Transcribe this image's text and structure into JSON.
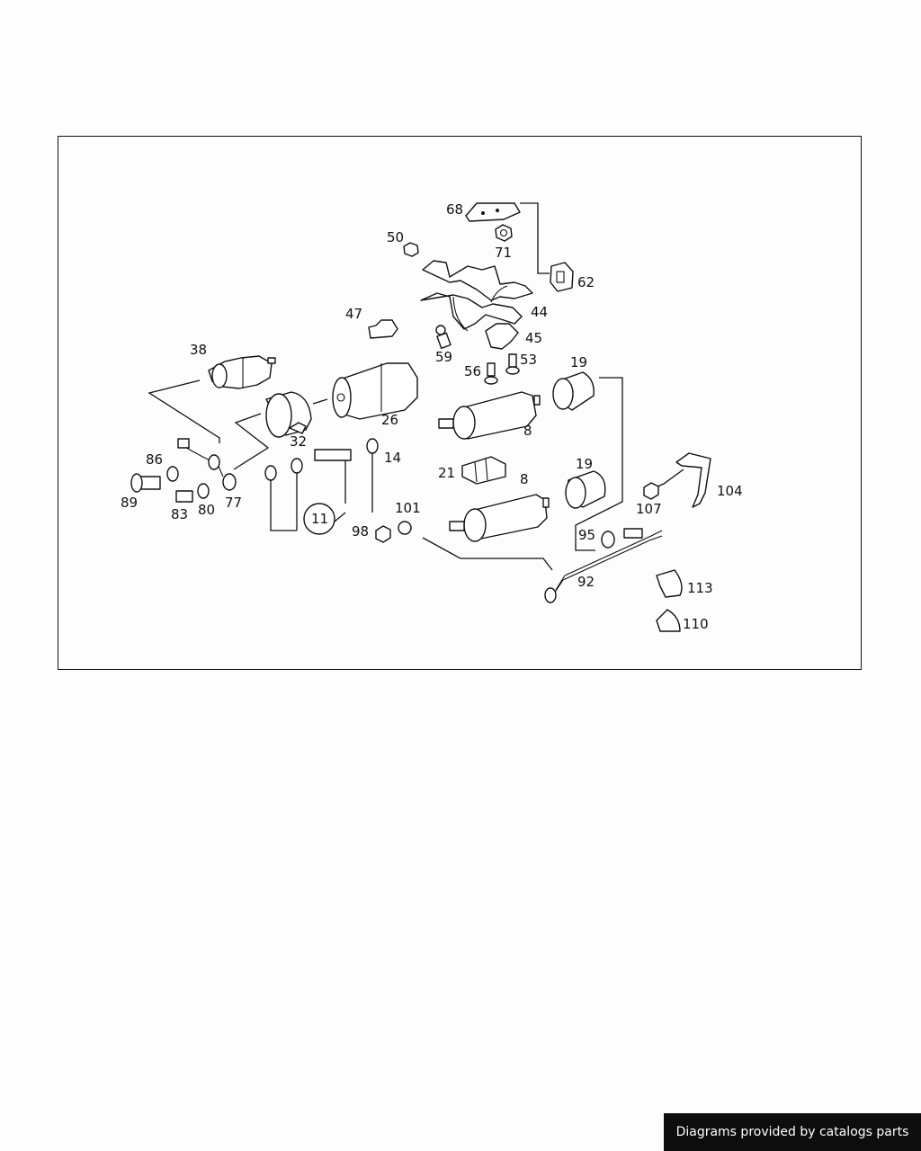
{
  "labels": {
    "p68": "68",
    "p50": "50",
    "p71": "71",
    "p62": "62",
    "p44": "44",
    "p47": "47",
    "p45": "45",
    "p59": "59",
    "p38": "38",
    "p56": "56",
    "p53": "53",
    "p19a": "19",
    "p26": "26",
    "p32": "32",
    "p8a": "8",
    "p86": "86",
    "p14": "14",
    "p21": "21",
    "p8b": "8",
    "p19b": "19",
    "p104": "104",
    "p89": "89",
    "p83": "83",
    "p80": "80",
    "p77": "77",
    "p11": "11",
    "p101": "101",
    "p98": "98",
    "p107": "107",
    "p95": "95",
    "p92": "92",
    "p113": "113",
    "p110": "110"
  },
  "footer": {
    "credit": "Diagrams provided by catalogs parts"
  }
}
